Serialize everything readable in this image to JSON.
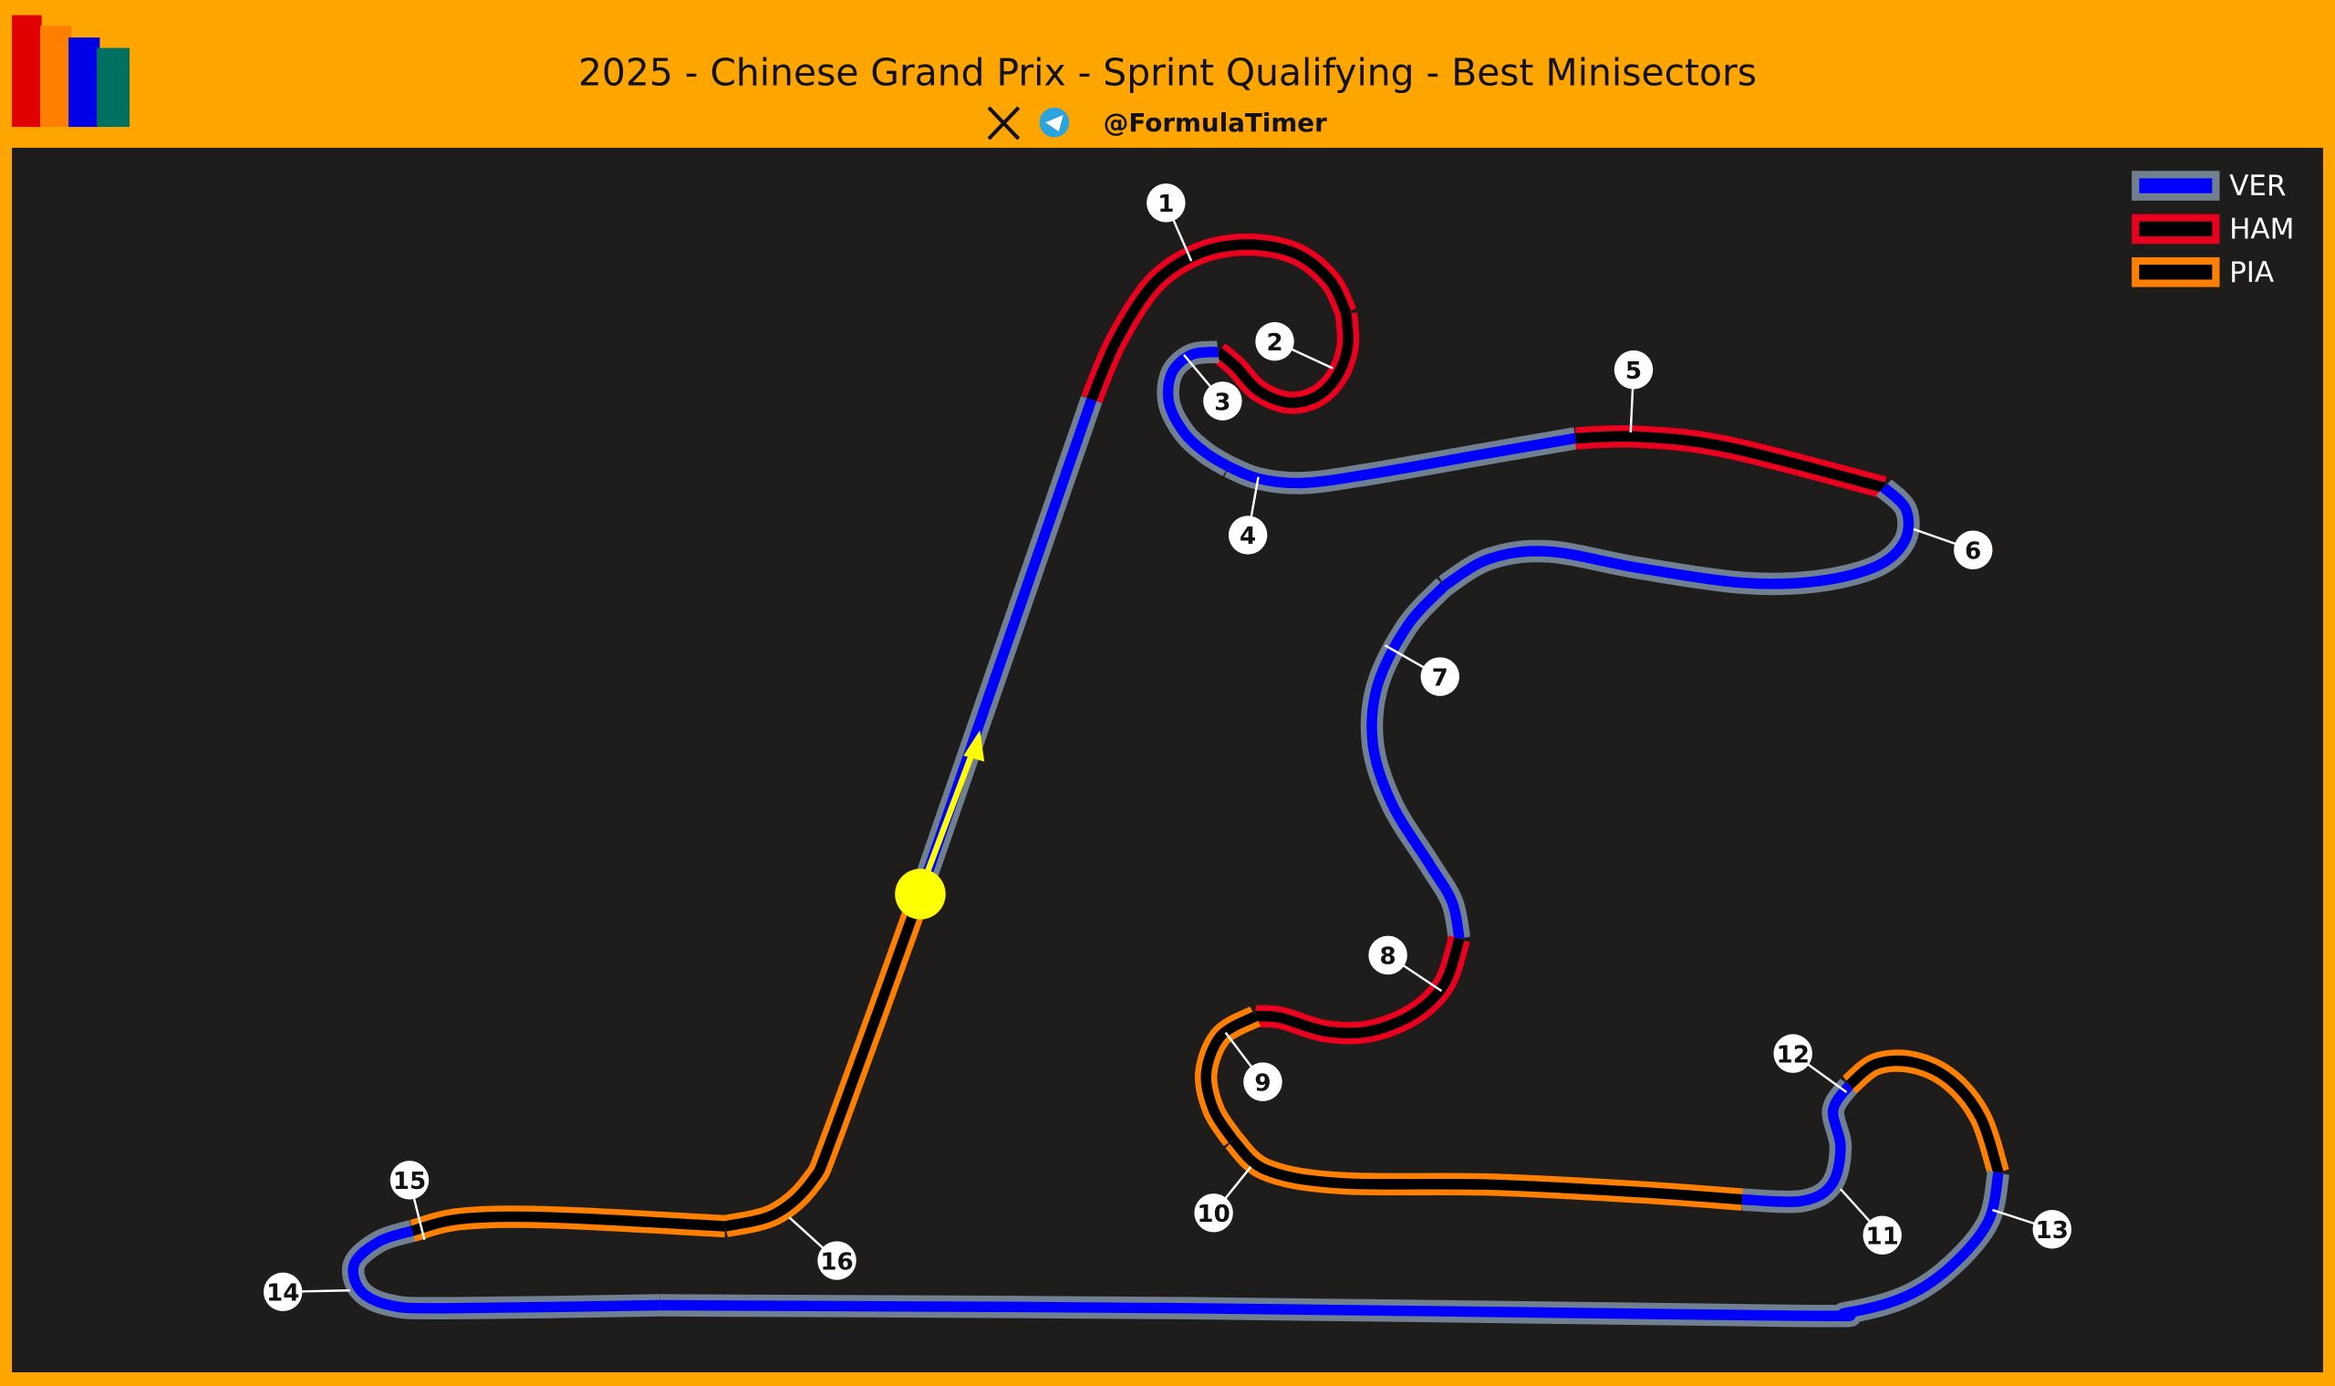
{
  "header": {
    "title": "2025 - Chinese Grand Prix - Sprint Qualifying - Best Minisectors",
    "handle": "@FormulaTimer",
    "icons": [
      "x-icon",
      "telegram-icon"
    ]
  },
  "colors": {
    "background": "#ffa500",
    "panel": "#1e1d1b",
    "VER": {
      "outer": "#708090",
      "inner": "#0000ff"
    },
    "HAM": {
      "outer": "#e8001e",
      "inner": "#000000"
    },
    "PIA": {
      "outer": "#ff8000",
      "inner": "#000000"
    }
  },
  "chart_data": {
    "type": "track-map",
    "title": "2025 - Chinese Grand Prix - Sprint Qualifying - Best Minisectors",
    "legend": [
      "VER",
      "HAM",
      "PIA"
    ],
    "legend_position": "top-right",
    "minisectors": [
      {
        "n": "1",
        "driver": "HAM"
      },
      {
        "n": "2",
        "driver": "HAM"
      },
      {
        "n": "3",
        "driver": "VER"
      },
      {
        "n": "4",
        "driver": "VER"
      },
      {
        "n": "5",
        "driver": "HAM"
      },
      {
        "n": "6",
        "driver": "VER"
      },
      {
        "n": "7",
        "driver": "VER"
      },
      {
        "n": "8",
        "driver": "HAM"
      },
      {
        "n": "9",
        "driver": "PIA"
      },
      {
        "n": "10",
        "driver": "PIA"
      },
      {
        "n": "11",
        "driver": "VER"
      },
      {
        "n": "12",
        "driver": "PIA"
      },
      {
        "n": "13",
        "driver": "VER"
      },
      {
        "n": "14",
        "driver": "VER"
      },
      {
        "n": "15",
        "driver": "PIA"
      },
      {
        "n": "16",
        "driver": "PIA"
      }
    ]
  }
}
